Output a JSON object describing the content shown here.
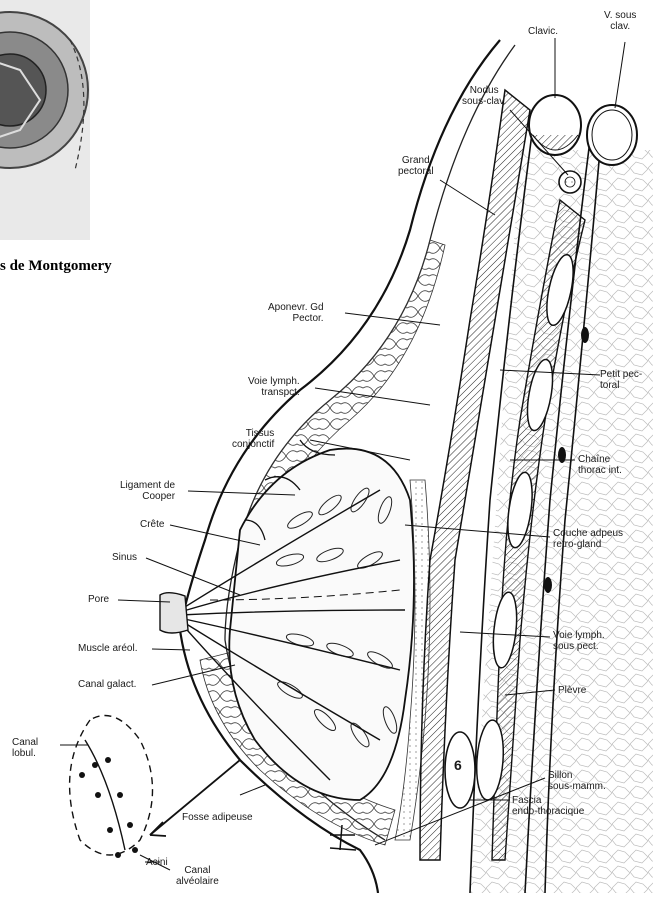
{
  "caption": "s de Montgomery",
  "labels": {
    "clavic": "Clavic.",
    "v_sous_clav": "V. sous\nclav.",
    "nodus": "Nodus\nsous-clav.",
    "grand_pectoral": "Grand\npectoral",
    "aponevr": "Aponevr. Gd\nPector.",
    "voie_lymph_transpct": "Voie lymph.\ntranspct.",
    "tissus": "Tissus\nconjonctif",
    "ligament": "Ligament de\nCooper",
    "crete": "Crête",
    "sinus": "Sinus",
    "pore": "Pore",
    "muscle_areol": "Muscle aréol.",
    "canal_galact": "Canal galact.",
    "canal_lobul": "Canal\nlobul.",
    "acini": "Acini",
    "canal_alveolaire": "Canal\nalvéolaire",
    "fosse_adipeuse": "Fosse adipeuse",
    "petit_pectoral": "Petit pec-\ntoral",
    "chaine": "Chaîne\nthorac int.",
    "couche": "Couche adpeus\nretro-gland",
    "voie_lymph_sous": "Voie lymph.\nsous pect.",
    "plevre": "Plèvre",
    "sillon": "Sillon\nsous-mamm.",
    "fascia": "Fascia\nendo-thoracique",
    "rib_number": "6"
  }
}
